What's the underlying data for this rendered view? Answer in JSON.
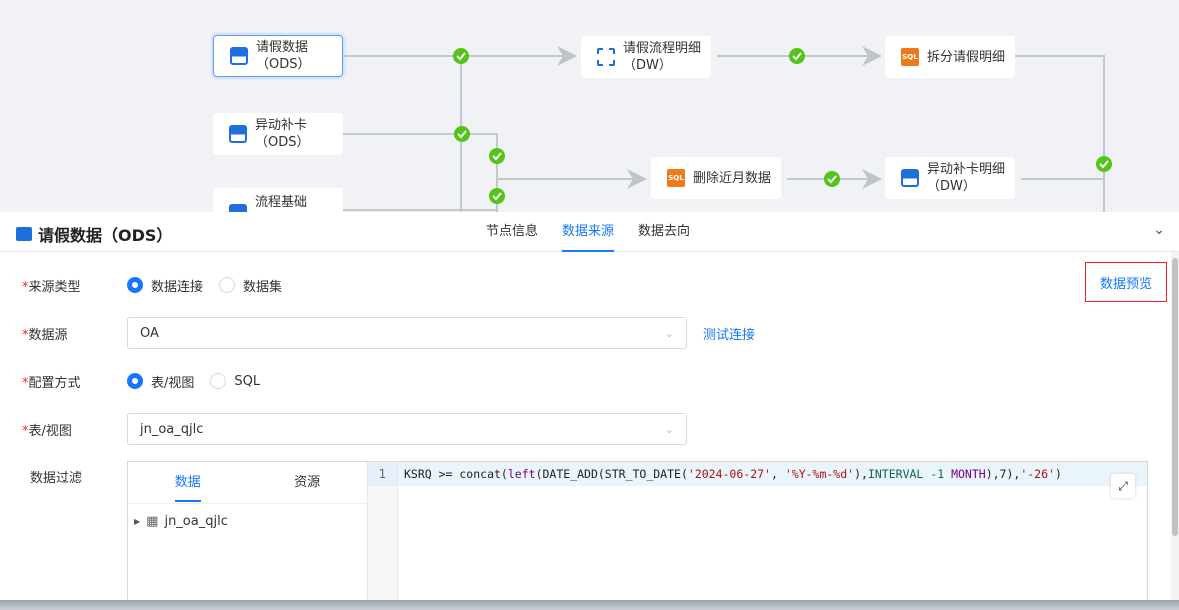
{
  "flow": {
    "nodes": [
      {
        "label": "请假数据（ODS）",
        "icon": "database-icon"
      },
      {
        "label": "异动补卡（ODS）",
        "icon": "database-icon"
      },
      {
        "label": "流程基础",
        "icon": "database-icon"
      },
      {
        "label": "请假流程明细（DW）",
        "icon": "transform-icon"
      },
      {
        "label": "拆分请假明细",
        "icon": "sql-icon"
      },
      {
        "label": "删除近月数据",
        "icon": "sql-icon"
      },
      {
        "label": "异动补卡明细（DW）",
        "icon": "database-icon"
      }
    ],
    "sql_badge": "SQL",
    "status_color": "#52c41a"
  },
  "panel": {
    "title": "请假数据（ODS）",
    "tabs": [
      "节点信息",
      "数据来源",
      "数据去向"
    ],
    "active_tab": "数据来源"
  },
  "form": {
    "source_type": {
      "label": "来源类型",
      "options": [
        "数据连接",
        "数据集"
      ],
      "selected": "数据连接"
    },
    "datasource": {
      "label": "数据源",
      "value": "OA",
      "test_link": "测试连接"
    },
    "config_mode": {
      "label": "配置方式",
      "options": [
        "表/视图",
        "SQL"
      ],
      "selected": "表/视图"
    },
    "table": {
      "label": "表/视图",
      "value": "jn_oa_qjlc"
    },
    "filter": {
      "label": "数据过滤",
      "tabs": [
        "数据",
        "资源"
      ],
      "tree_item": "jn_oa_qjlc",
      "line_number": "1"
    },
    "required_mark": "*",
    "preview_button": "数据预览"
  },
  "colors": {
    "accent": "#1677ff",
    "required": "#f5222d"
  }
}
